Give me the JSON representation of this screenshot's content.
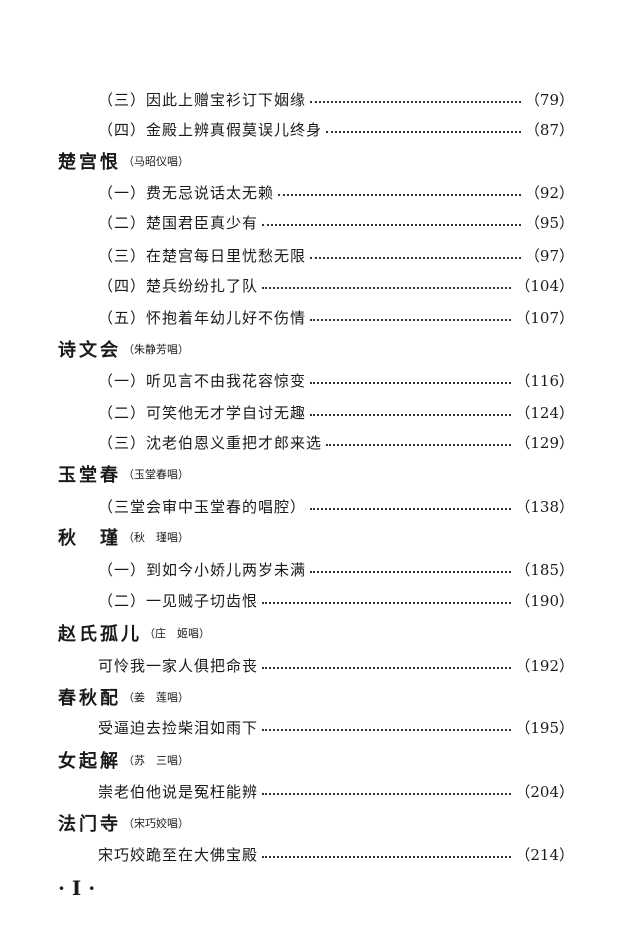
{
  "toc": [
    {
      "kind": "entry",
      "num": "（三）",
      "text": "因此上赠宝衫订下姻缘",
      "page": "（79）"
    },
    {
      "kind": "entry",
      "num": "（四）",
      "text": "金殿上辨真假莫误儿终身",
      "page": "（87）"
    },
    {
      "kind": "heading",
      "title": "楚宫恨",
      "note": "（马昭仪唱）"
    },
    {
      "kind": "entry",
      "num": "（一）",
      "text": "费无忌说话太无赖",
      "page": "（92）"
    },
    {
      "kind": "entry",
      "num": "（二）",
      "text": "楚国君臣真少有",
      "page": "（95）"
    },
    {
      "kind": "entry",
      "num": "（三）",
      "text": "在楚宫每日里忧愁无限",
      "page": "（97）"
    },
    {
      "kind": "entry",
      "num": "（四）",
      "text": "楚兵纷纷扎了队",
      "page": "（104）"
    },
    {
      "kind": "entry",
      "num": "（五）",
      "text": "怀抱着年幼儿好不伤情",
      "page": "（107）"
    },
    {
      "kind": "heading",
      "title": "诗文会",
      "note": "（朱静芳唱）"
    },
    {
      "kind": "entry",
      "num": "（一）",
      "text": "听见言不由我花容惊变",
      "page": "（116）"
    },
    {
      "kind": "entry",
      "num": "（二）",
      "text": "可笑他无才学自讨无趣",
      "page": "（124）"
    },
    {
      "kind": "entry",
      "num": "（三）",
      "text": "沈老伯恩义重把才郎来选",
      "page": "（129）"
    },
    {
      "kind": "heading",
      "title": "玉堂春",
      "note": "（玉堂春唱）"
    },
    {
      "kind": "entry",
      "num": "",
      "text": "（三堂会审中玉堂春的唱腔）",
      "page": "（138）"
    },
    {
      "kind": "heading",
      "title": "秋　瑾",
      "note": "（秋　瑾唱）"
    },
    {
      "kind": "entry",
      "num": "（一）",
      "text": "到如今小娇儿两岁未满",
      "page": "（185）"
    },
    {
      "kind": "entry",
      "num": "（二）",
      "text": "一见贼子切齿恨",
      "page": "（190）"
    },
    {
      "kind": "heading",
      "title": "赵氏孤儿",
      "note": "（庄　姬唱）"
    },
    {
      "kind": "entry",
      "num": "",
      "text": "可怜我一家人俱把命丧",
      "page": "（192）"
    },
    {
      "kind": "heading",
      "title": "春秋配",
      "note": "（姜　莲唱）"
    },
    {
      "kind": "entry",
      "num": "",
      "text": "受逼迫去捡柴泪如雨下",
      "page": "（195）"
    },
    {
      "kind": "heading",
      "title": "女起解",
      "note": "（苏　三唱）"
    },
    {
      "kind": "entry",
      "num": "",
      "text": "崇老伯他说是冤枉能辨",
      "page": "（204）"
    },
    {
      "kind": "heading",
      "title": "法门寺",
      "note": "（宋巧姣唱）"
    },
    {
      "kind": "entry",
      "num": "",
      "text": "宋巧姣跪至在大佛宝殿",
      "page": "（214）"
    }
  ],
  "footer": {
    "page_label": "· I ·"
  }
}
